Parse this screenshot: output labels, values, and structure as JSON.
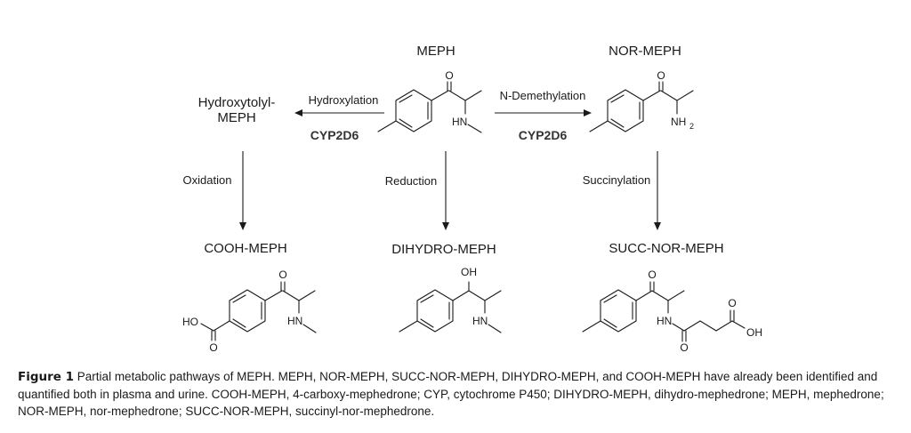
{
  "compounds": {
    "meph": "MEPH",
    "nor_meph": "NOR-MEPH",
    "hydroxytolyl_line1": "Hydroxytolyl-",
    "hydroxytolyl_line2": "MEPH",
    "cooh_meph": "COOH-MEPH",
    "dihydro_meph": "DIHYDRO-MEPH",
    "succ_nor_meph": "SUCC-NOR-MEPH"
  },
  "reactions": {
    "hydroxylation": "Hydroxylation",
    "n_demethylation": "N-Demethylation",
    "oxidation": "Oxidation",
    "reduction": "Reduction",
    "succinylation": "Succinylation"
  },
  "enzymes": {
    "left": "CYP2D6",
    "right": "CYP2D6"
  },
  "atoms": {
    "O": "O",
    "HN": "HN",
    "NH": "NH",
    "two": "2",
    "HO": "HO",
    "OH": "OH"
  },
  "caption": {
    "label": "Figure 1",
    "text": "Partial metabolic pathways of MEPH. MEPH, NOR-MEPH, SUCC-NOR-MEPH, DIHYDRO-MEPH, and COOH-MEPH have already been identified and quantified both in plasma and urine. COOH-MEPH, 4-carboxy-mephedrone; CYP, cytochrome P450; DIHYDRO-MEPH, dihydro-mephedrone; MEPH, mephedrone; NOR-MEPH, nor-mephedrone; SUCC-NOR-MEPH, succinyl-nor-mephedrone."
  }
}
